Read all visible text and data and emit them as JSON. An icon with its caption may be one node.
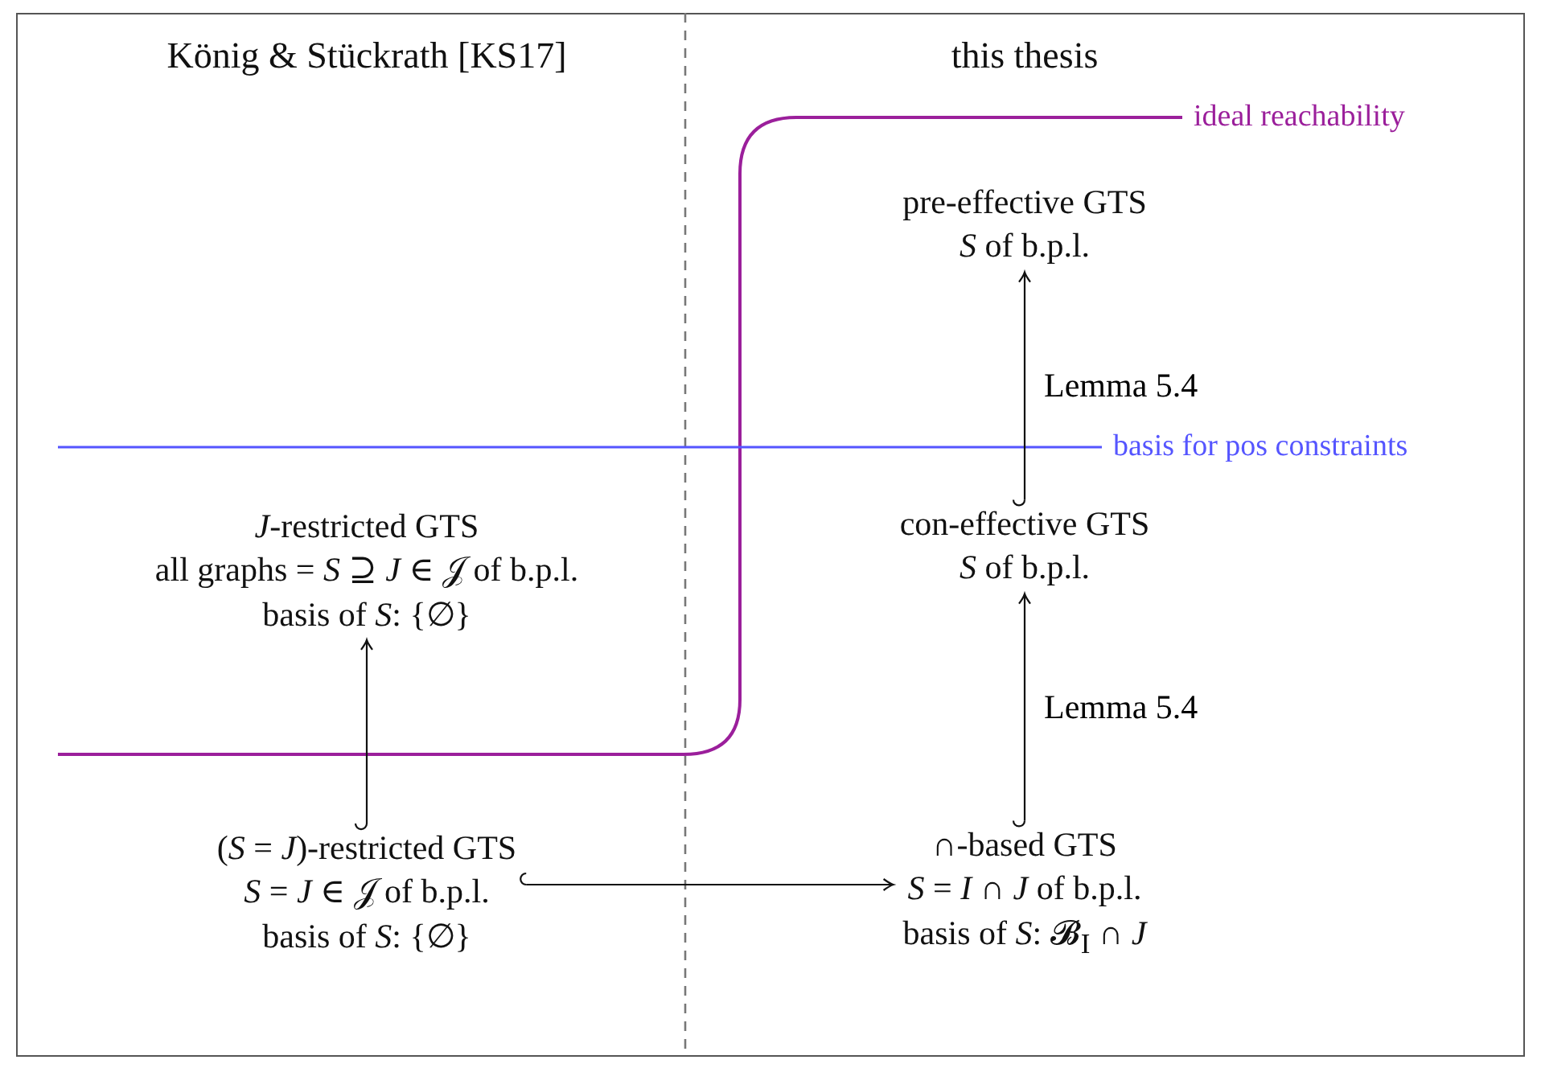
{
  "diagram": {
    "nodes": [
      {
        "text": [
          "pre-effective GTS",
          "*S* of b.p.l."
        ]
      },
      {
        "text": [
          "con-effective GTS",
          "*S* of b.p.l."
        ]
      },
      {
        "text": [
          "*J*-restricted GTS",
          "all graphs = *S* ⊇ *J* ∈ 𝒥 of b.p.l.",
          "basis of *S*: {∅}"
        ]
      },
      {
        "text": [
          "(*S* = *J*)-restricted GTS",
          "*S* = *J* ∈ 𝒥 of b.p.l.",
          "basis of *S*: {∅}"
        ]
      },
      {
        "text": [
          "∩-based GTS",
          "*S* = *I* ∩ *J* of b.p.l.",
          "basis of *S*: 𝓑$_{I}$ ∩ *J*"
        ]
      }
    ],
    "edges": [
      {
        "from": 1,
        "to": 0,
        "arrow": "to",
        "label": "Lemma 5.4"
      },
      {
        "from": 4,
        "to": 1,
        "arrow": "to",
        "label": "Lemma 5.4"
      },
      {
        "from": 3,
        "to": 2,
        "arrow": "to"
      },
      {
        "from": 3,
        "to": 4,
        "arrow": "to"
      }
    ],
    "labels": [
      "König & Stückrath [KS17]",
      "this thesis",
      "ideal reachability",
      "basis for pos constraints"
    ]
  }
}
